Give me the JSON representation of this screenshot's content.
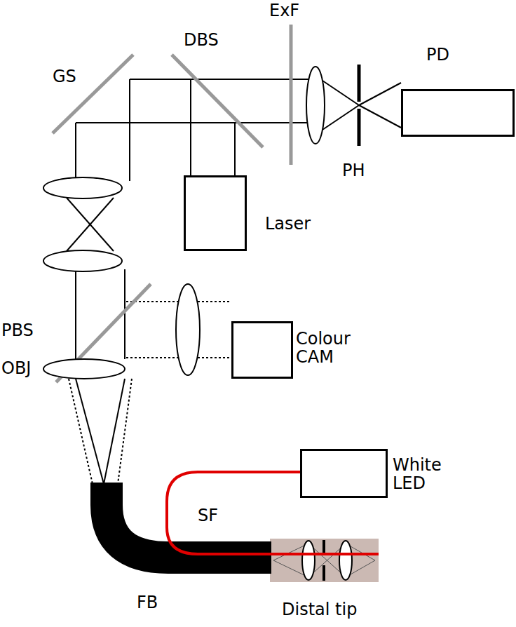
{
  "diagram": {
    "nodes": [
      {
        "text": [
          "PD"
        ]
      },
      {
        "text": [
          "Laser"
        ]
      },
      {
        "text": [
          "Colour CAM"
        ]
      },
      {
        "text": [
          "White LED"
        ]
      }
    ],
    "labels": [
      "GS",
      "DBS",
      "ExF",
      "PH",
      "PBS",
      "OBJ",
      "SF",
      "FB",
      "Distal tip"
    ]
  }
}
